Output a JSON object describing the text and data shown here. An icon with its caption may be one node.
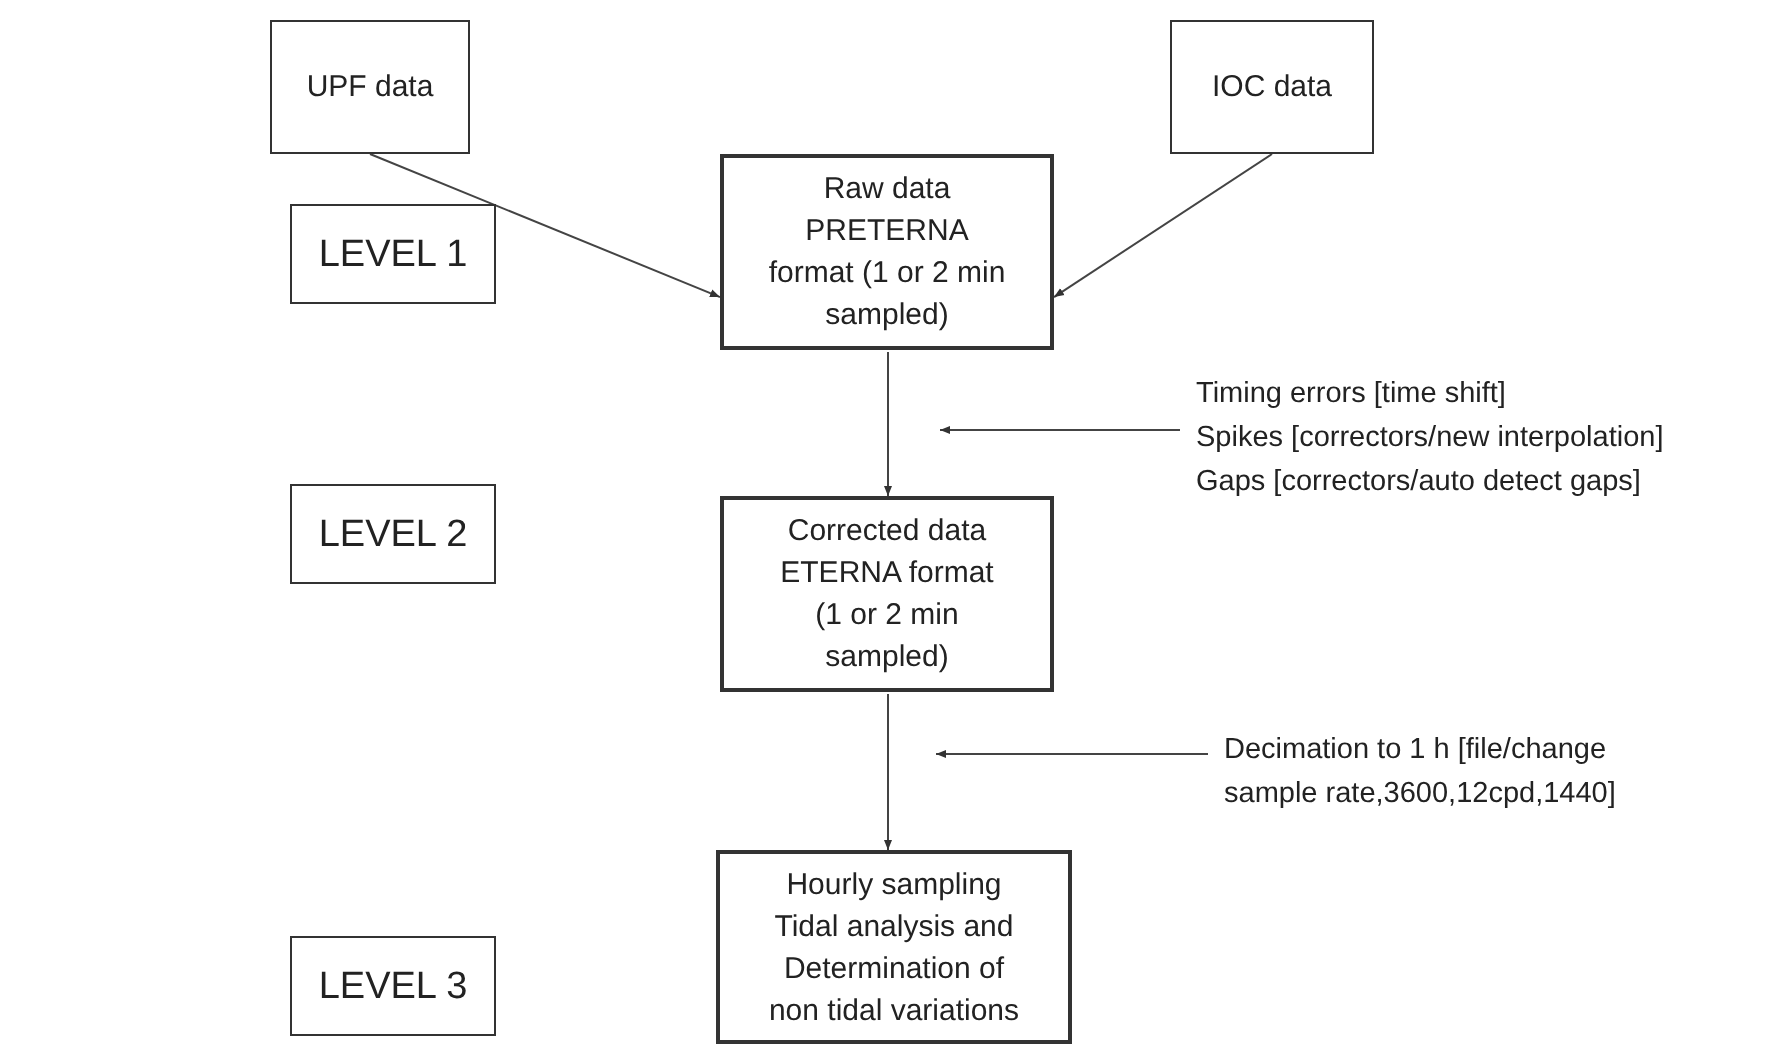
{
  "diagram": {
    "nodes": [
      {
        "text": [
          "UPF data"
        ]
      },
      {
        "text": [
          "IOC data"
        ]
      },
      {
        "text": [
          "LEVEL 1"
        ]
      },
      {
        "text": [
          "Raw data PRETERNA format (1 or 2 min sampled)"
        ]
      },
      {
        "text": [
          "LEVEL 2"
        ]
      },
      {
        "text": [
          "Corrected data ETERNA format (1 or 2 min sampled)"
        ]
      },
      {
        "text": [
          "LEVEL 3"
        ]
      },
      {
        "text": [
          "Hourly sampling Tidal analysis and Determination of non tidal variations"
        ]
      },
      {
        "text": [
          "Timing errors [time shift]",
          "Spikes [correctors/new interpolation]",
          "Gaps [correctors/auto detect gaps]"
        ]
      },
      {
        "text": [
          "Decimation to 1 h [file/change sample rate,3600,12cpd,1440]"
        ]
      }
    ],
    "edges": [
      {
        "from": 0,
        "to": 3,
        "arrow": "to"
      },
      {
        "from": 1,
        "to": 3,
        "arrow": "to"
      },
      {
        "from": 3,
        "to": 5,
        "arrow": "to"
      },
      {
        "from": 5,
        "to": 7,
        "arrow": "to"
      },
      {
        "from": 8,
        "to": null,
        "arrow": "to"
      },
      {
        "from": 9,
        "to": null,
        "arrow": "to"
      }
    ]
  }
}
